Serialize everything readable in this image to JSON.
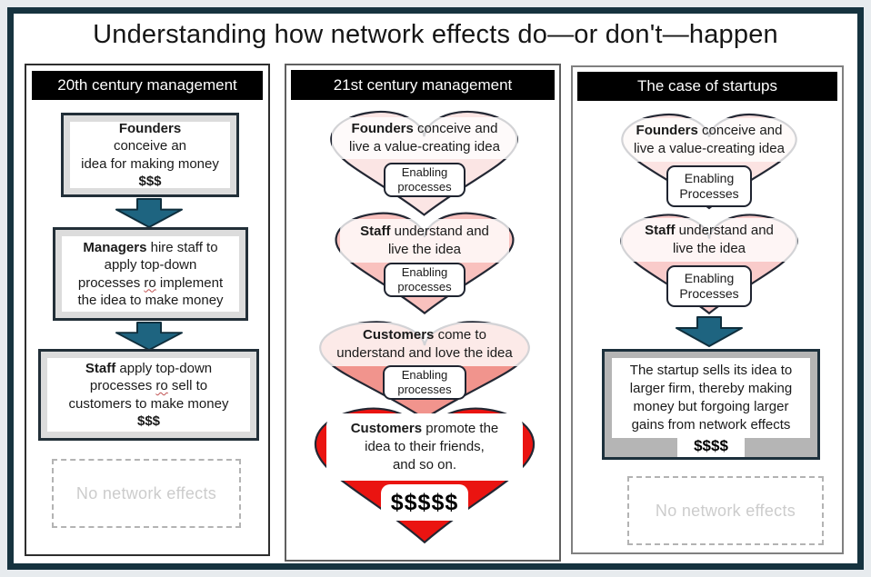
{
  "title": "Understanding how network effects do—or don't—happen",
  "colors": {
    "frame": "#16333f",
    "arrow_fill": "#1e6480",
    "arrow_stroke": "#0f2e3c",
    "heart_light_pink": "#fbe5e4",
    "heart_pink": "#f9c1be",
    "heart_salmon": "#f1948d",
    "heart_red": "#ea1411",
    "box_gray": "#dcdcdc",
    "sell_gray": "#b5b5b5"
  },
  "col20": {
    "header": "20th century management",
    "founders_box": {
      "lead": "Founders",
      "text": " conceive an\nidea for making money",
      "money": "$$$"
    },
    "managers_box": {
      "lead": "Managers",
      "pre": " hire staff to\napply top-down\nprocesses ",
      "typo": "ro",
      "post": " implement\nthe idea to make money"
    },
    "staff_box": {
      "lead": "Staff",
      "pre": " apply top-down\nprocesses ",
      "typo": "ro",
      "post": " sell to\ncustomers to make money",
      "money": "$$$"
    },
    "no_network": "No network effects"
  },
  "col21": {
    "header": "21st century management",
    "hearts": [
      {
        "lead": "Founders",
        "text": " conceive and\nlive a value-creating idea",
        "enabling": [
          "Enabling",
          "processes"
        ]
      },
      {
        "lead": "Staff",
        "text": " understand and\nlive the idea",
        "enabling": [
          "Enabling",
          "processes"
        ]
      },
      {
        "lead": "Customers",
        "text": " come to\nunderstand and love the idea",
        "enabling": [
          "Enabling",
          "processes"
        ]
      },
      {
        "lead": "Customers",
        "text": " promote the\nidea to their friends,\nand so on.",
        "money": "$$$$$"
      }
    ]
  },
  "startups": {
    "header": "The case of startups",
    "hearts": [
      {
        "lead": "Founders",
        "text": " conceive and\nlive a value-creating idea",
        "enabling": [
          "Enabling",
          "Processes"
        ]
      },
      {
        "lead": "Staff",
        "text": " understand and\nlive the idea",
        "enabling": [
          "Enabling",
          "Processes"
        ]
      }
    ],
    "sell_box": {
      "text": "The startup sells its idea to\nlarger firm, thereby making\nmoney but forgoing larger\ngains from network effects",
      "money": "$$$$"
    },
    "no_network": "No network effects"
  }
}
